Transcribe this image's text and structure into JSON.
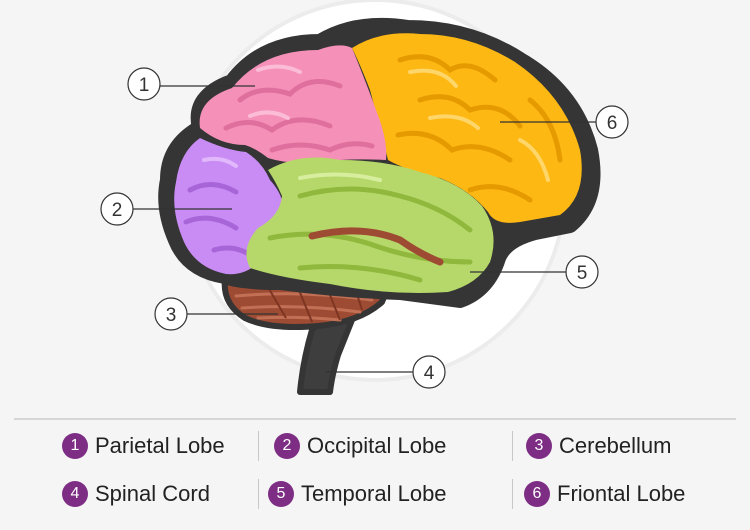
{
  "colors": {
    "badge": "#7d2e84",
    "parietal": "#f590b8",
    "occipital": "#c98cf5",
    "cerebellum": "#9e4b33",
    "spinal_cord": "#3e3e3e",
    "temporal": "#b6d86a",
    "frontal": "#fdb814",
    "outline": "#353535"
  },
  "callouts": [
    "1",
    "2",
    "3",
    "4",
    "5",
    "6"
  ],
  "legend": [
    {
      "number": "1",
      "label": "Parietal Lobe"
    },
    {
      "number": "2",
      "label": "Occipital Lobe"
    },
    {
      "number": "3",
      "label": "Cerebellum"
    },
    {
      "number": "4",
      "label": "Spinal Cord"
    },
    {
      "number": "5",
      "label": "Temporal Lobe"
    },
    {
      "number": "6",
      "label": "Friontal Lobe"
    }
  ]
}
